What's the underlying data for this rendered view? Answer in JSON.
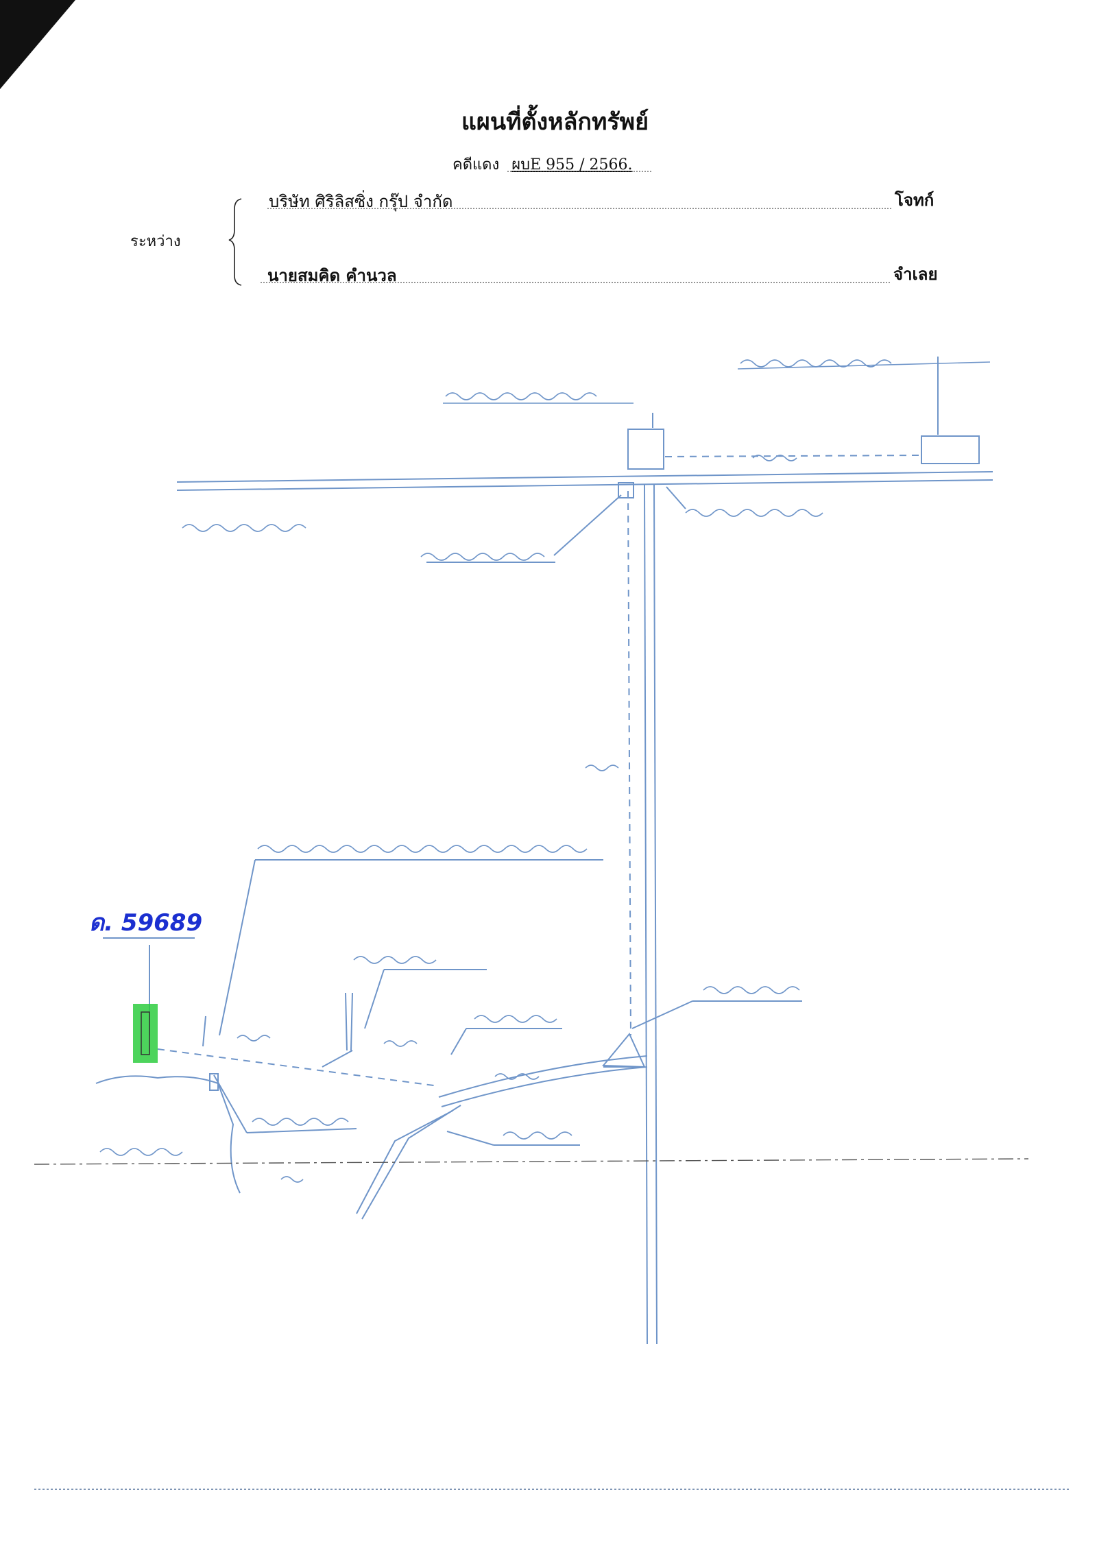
{
  "title": "แผนที่ตั้งหลักทรัพย์",
  "case": {
    "label": "คดีแดง",
    "number": "ผบE 955 / 2566."
  },
  "between_label": "ระหว่าง",
  "plaintiff": {
    "name": "บริษัท ศิริลิสซิ่ง กรุ๊ป จำกัด",
    "role": "โจทก์"
  },
  "defendant": {
    "name": "นายสมคิด  คำนวล",
    "role": "จำเลย"
  },
  "deed_label": "ด. 59689",
  "colors": {
    "ink": "#111111",
    "pencil": "#6f95c9",
    "deed_ink": "#1b2fd0",
    "highlight": "#2ecc40"
  }
}
